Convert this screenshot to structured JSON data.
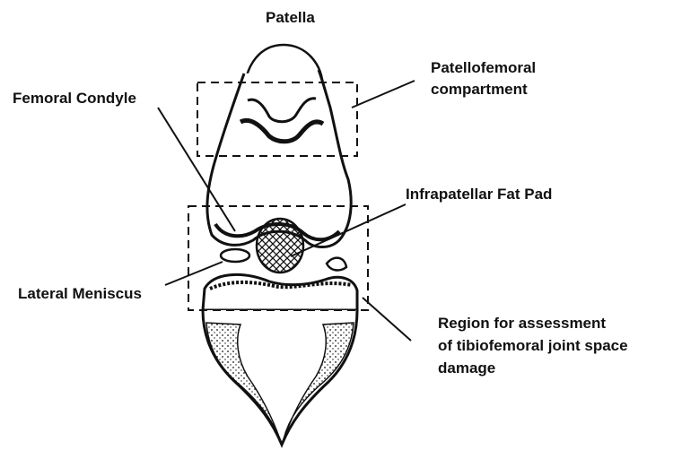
{
  "labels": {
    "patella": "Patella",
    "patellofemoral_line1": "Patellofemoral",
    "patellofemoral_line2": "compartment",
    "femoral_condyle": "Femoral Condyle",
    "infrapatellar": "Infrapatellar Fat Pad",
    "lateral_meniscus": "Lateral Meniscus",
    "region_line1": "Region for assessment",
    "region_line2": "of tibiofemoral joint space",
    "region_line3": "damage"
  },
  "colors": {
    "ink": "#111111",
    "background": "#ffffff"
  }
}
